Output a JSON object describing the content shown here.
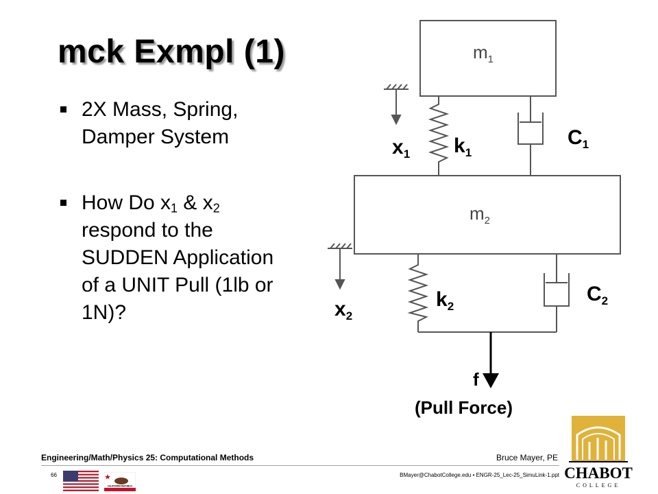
{
  "slide": {
    "title": "mck Exmpl (1)",
    "bullet1": "2X Mass, Spring, Damper System",
    "bullet2": {
      "pre": "How Do x",
      "sub1": "1",
      "mid": " & x",
      "sub2": "2",
      "post": " respond to the SUDDEN Application of a UNIT Pull (1lb or 1N)?"
    }
  },
  "diagram": {
    "m1": "m",
    "m1_sub": "1",
    "m2": "m",
    "m2_sub": "2",
    "x1": "x",
    "x1_sub": "1",
    "k1": "k",
    "k1_sub": "1",
    "c1": "C",
    "c1_sub": "1",
    "x2": "x",
    "x2_sub": "2",
    "k2": "k",
    "k2_sub": "2",
    "c2": "C",
    "c2_sub": "2",
    "f": "f",
    "pull": "(Pull Force)"
  },
  "footer": {
    "course": "Engineering/Math/Physics 25: Computational Methods",
    "author": "Bruce Mayer, PE",
    "page": "66",
    "file": "BMayer@ChabotCollege.edu  •  ENGR-25_Lec-25_SimuLink-1.ppt",
    "logo_word": "CHABOT",
    "logo_sub": "COLLEGE",
    "flag_ca_text": "CALIFORNIA REPUBLIC"
  },
  "colors": {
    "logo_gold": "#e0b23a",
    "footer_rule": "#a0a0a0"
  }
}
